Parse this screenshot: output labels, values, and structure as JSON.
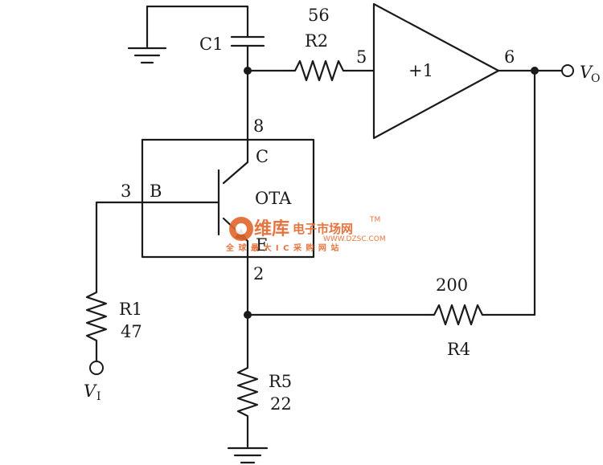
{
  "labels": {
    "c1": "C1",
    "r2_value": "56",
    "r2_name": "R2",
    "pin5": "5",
    "buffer": "+1",
    "pin6": "6",
    "vo_main": "V",
    "vo_sub": "O",
    "pin8": "8",
    "collector": "C",
    "pin3": "3",
    "base": "B",
    "ota": "OTA",
    "emitter": "E",
    "pin2": "2",
    "r4_value": "200",
    "r4_name": "R4",
    "r1_name": "R1",
    "r1_value": "47",
    "vi_main": "V",
    "vi_sub": "I",
    "r5_name": "R5",
    "r5_value": "22"
  },
  "watermark": {
    "brand": "维库",
    "tagline": "电子市场网",
    "trademark": "TM",
    "url": "WWW.DZSC.COM",
    "slogan": "全 球 最 大 I C 采 购 网 站",
    "color": "#e2672c"
  },
  "colors": {
    "ink": "#1a1a1a",
    "background": "#ffffff"
  }
}
